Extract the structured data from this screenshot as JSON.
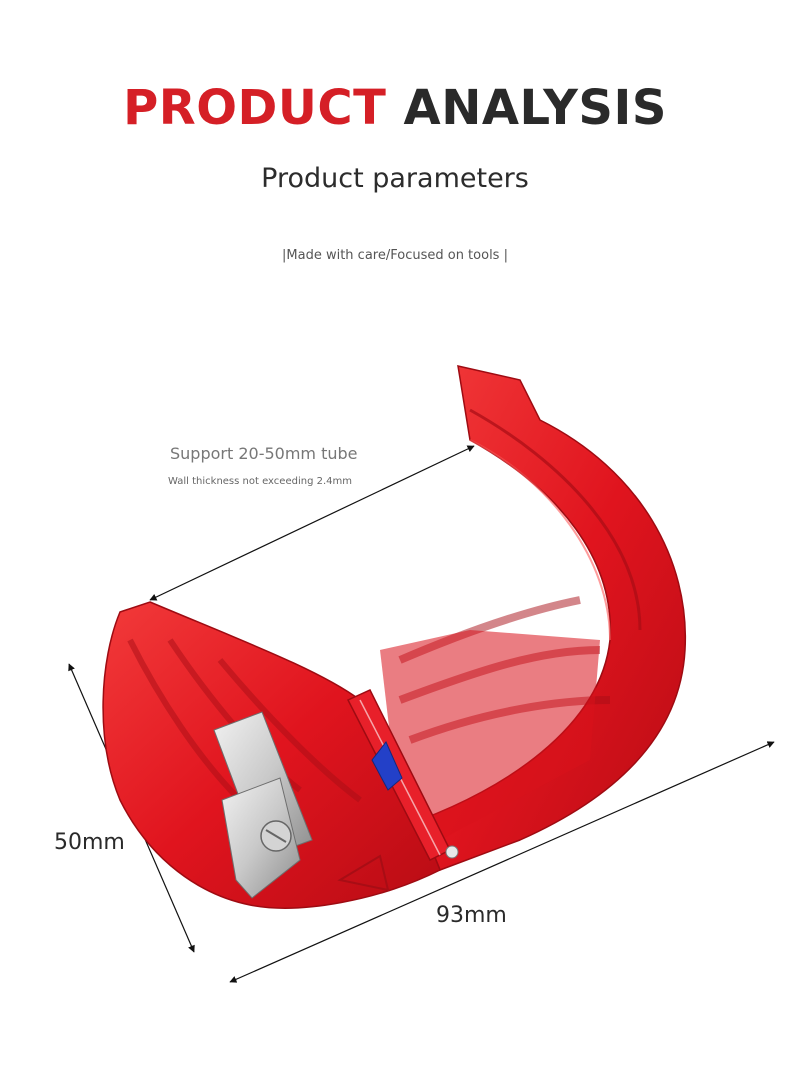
{
  "header": {
    "title_part1": "PRODUCT",
    "title_part2": "ANALYSIS",
    "subtitle": "Product parameters",
    "tagline": "|Made with care/Focused on tools |"
  },
  "annotations": {
    "support": "Support 20-50mm tube",
    "wall": "Wall thickness not exceeding 2.4mm"
  },
  "dimensions": {
    "height": "50mm",
    "width": "93mm"
  },
  "colors": {
    "accent": "#d51f26",
    "product_red": "#e0141e",
    "title_dark": "#2a2a2a",
    "button_blue": "#2340c8"
  }
}
